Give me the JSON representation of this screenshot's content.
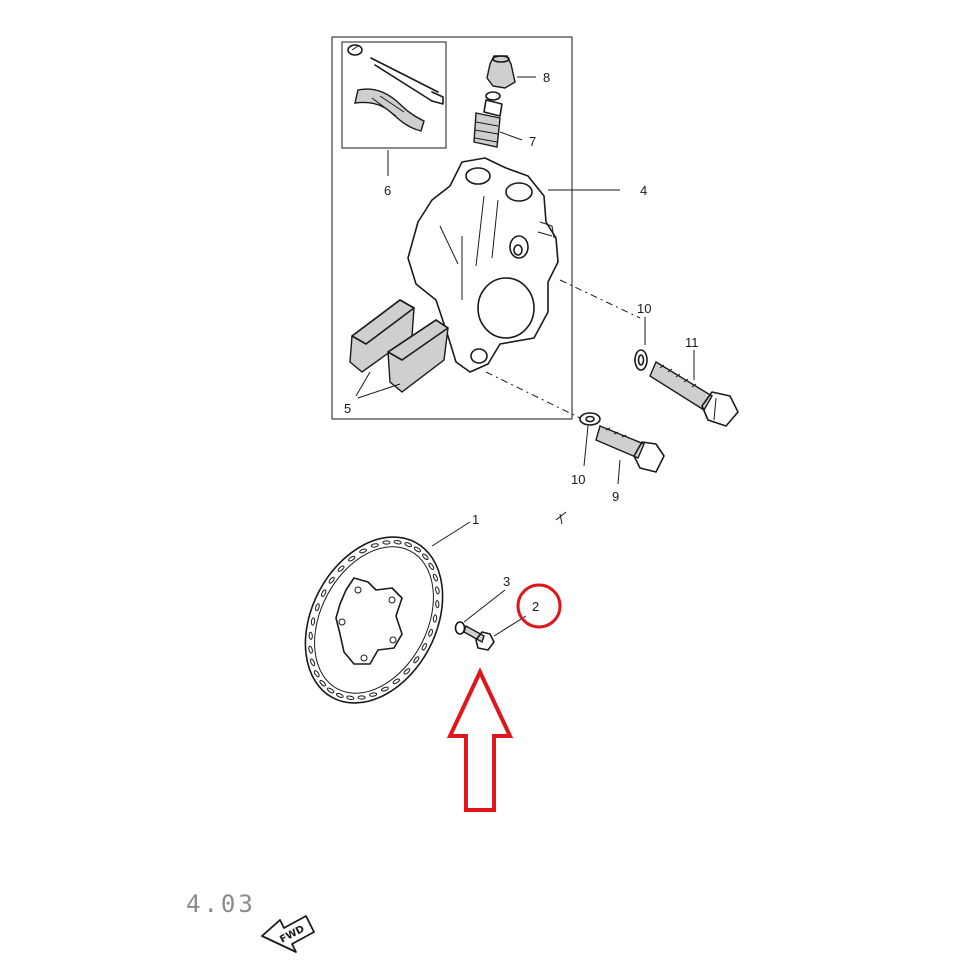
{
  "callouts": {
    "c1": "1",
    "c2": "2",
    "c3": "3",
    "c4": "4",
    "c5": "5",
    "c6": "6",
    "c7": "7",
    "c8": "8",
    "c9": "9",
    "c10a": "10",
    "c10b": "10",
    "c11": "11"
  },
  "page_code": "4.03",
  "fwd_label": "FWD",
  "colors": {
    "line": "#1a1a1a",
    "highlight": "#e0161b",
    "fill": "#cfcfcf"
  },
  "icons": {
    "direction": "fwd-arrow-icon",
    "highlight": "up-arrow-icon"
  }
}
